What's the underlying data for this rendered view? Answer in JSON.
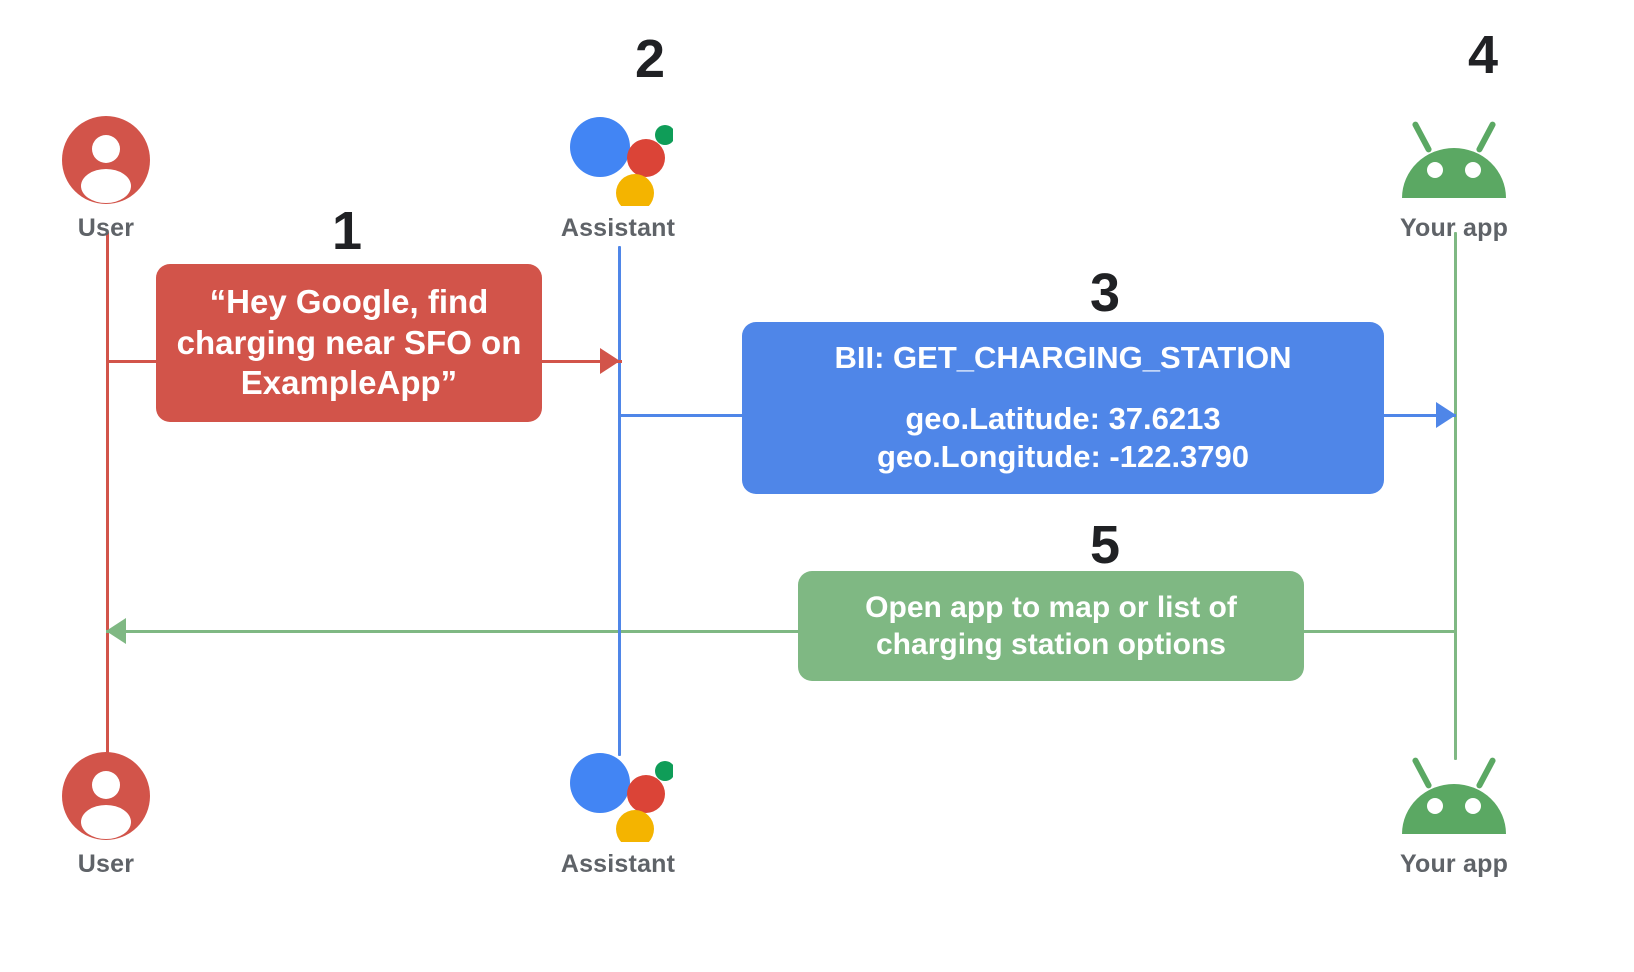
{
  "diagram": {
    "type": "uml-sequence-diagram",
    "title": "Assistant App Actions charging station flow",
    "colors": {
      "user_red": "#D2544A",
      "assistant_blue": "#4F86E8",
      "app_green": "#7FB883",
      "number_dark": "#202124",
      "caption_gray": "#5F6368",
      "assistant_logo_blue": "#4285F4",
      "assistant_logo_red": "#DB4437",
      "assistant_logo_yellow": "#F4B400",
      "assistant_logo_green": "#0F9D58",
      "background": "#FFFFFF"
    }
  },
  "actors": {
    "top": [
      {
        "id": "user",
        "label": "User",
        "icon": "user-avatar-icon"
      },
      {
        "id": "assistant",
        "label": "Assistant",
        "icon": "google-assistant-icon"
      },
      {
        "id": "app",
        "label": "Your app",
        "icon": "android-robot-icon"
      }
    ],
    "bottom": [
      {
        "id": "user",
        "label": "User",
        "icon": "user-avatar-icon"
      },
      {
        "id": "assistant",
        "label": "Assistant",
        "icon": "google-assistant-icon"
      },
      {
        "id": "app",
        "label": "Your app",
        "icon": "android-robot-icon"
      }
    ]
  },
  "steps": [
    {
      "number": "1"
    },
    {
      "number": "2"
    },
    {
      "number": "3"
    },
    {
      "number": "4"
    },
    {
      "number": "5"
    }
  ],
  "messages": {
    "user_utterance": {
      "color": "#D2544A",
      "lines": [
        "“Hey Google, find",
        "charging near SFO on",
        "ExampleApp”"
      ]
    },
    "bii_intent": {
      "color": "#4F86E8",
      "lines": [
        "BII: GET_CHARGING_STATION",
        "geo.Latitude: 37.6213",
        "geo.Longitude:  -122.3790"
      ]
    },
    "app_response": {
      "color": "#7FB883",
      "lines": [
        "Open app to map or list of",
        "charging station options"
      ]
    }
  }
}
